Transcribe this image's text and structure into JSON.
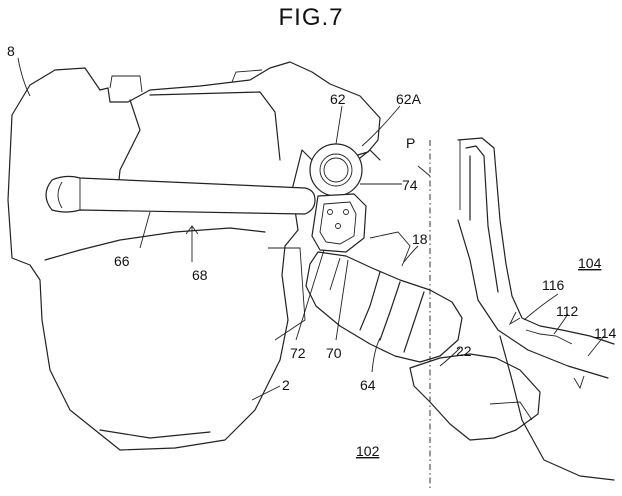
{
  "title": "FIG.7",
  "labels": {
    "l8": "8",
    "l62": "62",
    "l62a": "62A",
    "lp": "P",
    "l74": "74",
    "l18": "18",
    "l104": "104",
    "l116": "116",
    "l112": "112",
    "l114": "114",
    "l66": "66",
    "l68": "68",
    "l72": "72",
    "l70": "70",
    "l64": "64",
    "l22": "22",
    "l2": "2",
    "l102": "102"
  }
}
